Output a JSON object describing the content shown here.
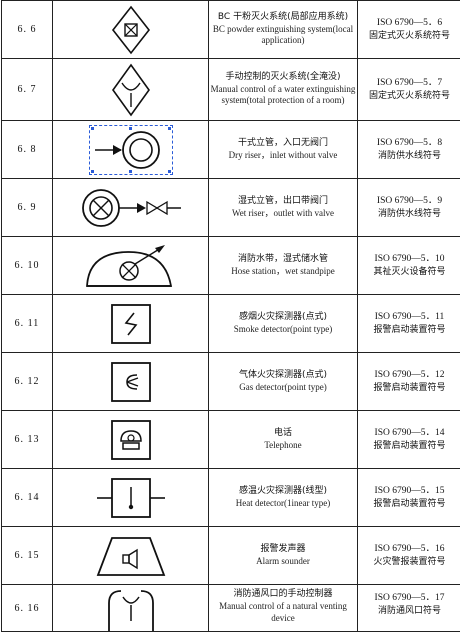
{
  "rows": [
    {
      "num": "6. 6",
      "zh": "BC 干粉灭火系统(局部应用系统)",
      "en": "BC powder extinguishing system(local application)",
      "std": "ISO 6790—5．6",
      "cat": "固定式灭火系统符号",
      "symbol": "diamond-x-square"
    },
    {
      "num": "6. 7",
      "zh": "手动控制的灭火系统(全淹没)",
      "en": "Manual control of a water extinguishing system(total protection of a room)",
      "std": "ISO 6790—5．7",
      "cat": "固定式灭火系统符号",
      "symbol": "diamond-y"
    },
    {
      "num": "6. 8",
      "zh": "干式立管，入口无阀门",
      "en": "Dry riser，inlet without valve",
      "std": "ISO 6790—5．8",
      "cat": "消防供水线符号",
      "symbol": "dry-riser"
    },
    {
      "num": "6. 9",
      "zh": "湿式立管，出口带阀门",
      "en": "Wet riser，outlet with valve",
      "std": "ISO 6790—5．9",
      "cat": "消防供水线符号",
      "symbol": "wet-riser"
    },
    {
      "num": "6. 10",
      "zh": "消防水带，湿式储水管",
      "en": "Hose station，wet standpipe",
      "std": "ISO 6790—5．10",
      "cat": "其祉灭火设备符号",
      "symbol": "hose-station"
    },
    {
      "num": "6. 11",
      "zh": "感烟火灾探测器(点式)",
      "en": "Smoke detector(point type)",
      "std": "ISO 6790—5．11",
      "cat": "报警启动装置符号",
      "symbol": "smoke-detector"
    },
    {
      "num": "6. 12",
      "zh": "气体火灾探测器(点式)",
      "en": "Gas detector(point type)",
      "std": "ISO 6790—5．12",
      "cat": "报警启动装置符号",
      "symbol": "gas-detector"
    },
    {
      "num": "6. 13",
      "zh": "电话",
      "en": "Telephone",
      "std": "ISO 6790—5．14",
      "cat": "报警启动装置符号",
      "symbol": "telephone"
    },
    {
      "num": "6. 14",
      "zh": "感温火灾探测器(线型)",
      "en": "Heat detector(1inear type)",
      "std": "ISO 6790—5．15",
      "cat": "报警启动装置符号",
      "symbol": "heat-detector"
    },
    {
      "num": "6. 15",
      "zh": "报警发声器",
      "en": "Alarm sounder",
      "std": "ISO 6790—5．16",
      "cat": "火灾警报装置符号",
      "symbol": "alarm-sounder"
    },
    {
      "num": "6. 16",
      "zh": "消防通风口的手动控制器",
      "en": "Manual control of a natural venting device",
      "std": "ISO 6790—5．17",
      "cat": "消防通风口符号",
      "symbol": "vent-control"
    }
  ]
}
